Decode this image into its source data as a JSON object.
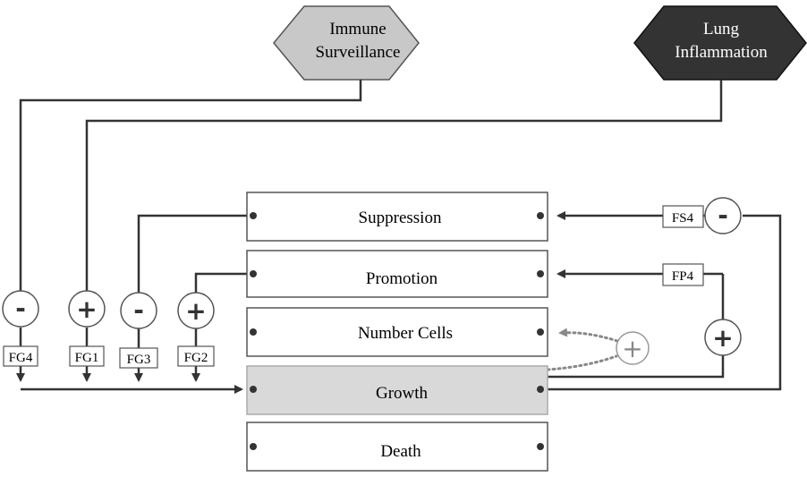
{
  "hexagons": {
    "immune": {
      "line1": "Immune",
      "line2": "Surveillance",
      "fill": "#c8c8c8",
      "text_color": "#222222"
    },
    "lung": {
      "line1": "Lung",
      "line2": "Inflammation",
      "fill": "#333333",
      "text_color": "#ffffff"
    }
  },
  "boxes": {
    "suppression": {
      "label": "Suppression"
    },
    "promotion": {
      "label": "Promotion"
    },
    "number_cells": {
      "label": "Number Cells"
    },
    "growth": {
      "label": "Growth",
      "fill": "#d9d9d9"
    },
    "death": {
      "label": "Death"
    }
  },
  "signs": {
    "fg4": "-",
    "fg1": "+",
    "fg3": "-",
    "fg2": "+",
    "fs4": "-",
    "fp4": "+",
    "nc": "+"
  },
  "factor_labels": {
    "fg4": "FG4",
    "fg1": "FG1",
    "fg3": "FG3",
    "fg2": "FG2",
    "fs4": "FS4",
    "fp4": "FP4"
  },
  "colors": {
    "line": "#333333",
    "dotted": "#888888"
  }
}
